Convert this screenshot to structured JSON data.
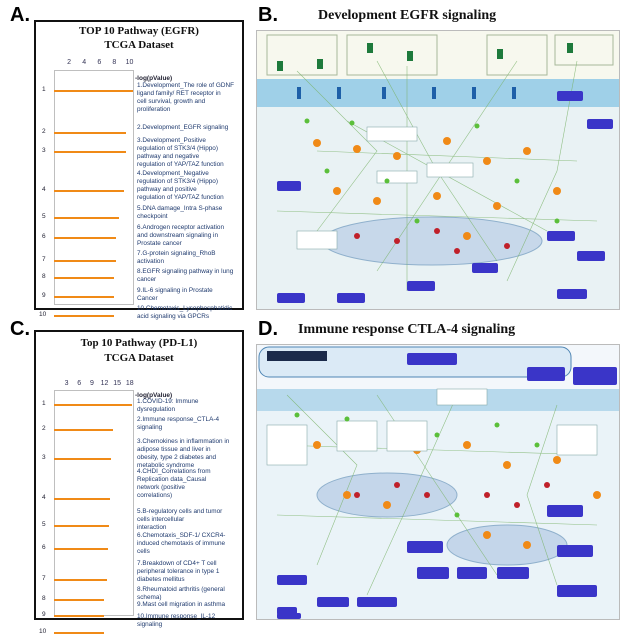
{
  "panels": {
    "A": {
      "letter": "A.",
      "title": "TOP 10 Pathway (EGFR)",
      "subtitle": "TCGA Dataset",
      "axis_label": "-log(pValue)",
      "ticks": [
        "2",
        "4",
        "6",
        "8",
        "10"
      ],
      "tick_values": [
        2,
        4,
        6,
        8,
        10
      ],
      "xmax": 10.6,
      "ranks": [
        "1",
        "2",
        "3",
        "4",
        "5",
        "6",
        "7",
        "8",
        "9",
        "10"
      ],
      "values": [
        10.5,
        9.6,
        9.5,
        9.3,
        8.6,
        8.2,
        8.2,
        8.0,
        8.0,
        7.9
      ],
      "items": [
        [
          "1.Development_The role of GDNF",
          "ligand family/ RET receptor in",
          "cell survival, growth and",
          "proliferation"
        ],
        [
          "2.Development_EGFR signaling"
        ],
        [
          "3.Development_Positive",
          "regulation of STK3/4 (Hippo)",
          "pathway and negative",
          "regulation of YAP/TAZ function"
        ],
        [
          "4.Development_Negative",
          "regulation of STK3/4 (Hippo)",
          "pathway and positive",
          "regulation of YAP/TAZ function"
        ],
        [
          "5.DNA damage_Intra S-phase",
          "checkpoint"
        ],
        [
          "6.Androgen receptor activation",
          "and downstream signaling in",
          "Prostate cancer"
        ],
        [
          "7.G-protein signaling_RhoB",
          "activation"
        ],
        [
          "8.EGFR signaling pathway in lung",
          "cancer"
        ],
        [
          "9.IL-6 signaling in Prostate",
          "Cancer"
        ],
        [
          "10.Chemotaxis_Lysophosphatidic",
          "acid signaling via GPCRs"
        ]
      ]
    },
    "B": {
      "letter": "B.",
      "title": "Development EGFR signaling"
    },
    "C": {
      "letter": "C.",
      "title": "Top 10 Pathway (PD-L1)",
      "subtitle": "TCGA Dataset",
      "axis_label": "-log(pValue)",
      "ticks": [
        "3",
        "6",
        "9",
        "12",
        "15",
        "18"
      ],
      "tick_values": [
        3,
        6,
        9,
        12,
        15,
        18
      ],
      "xmax": 19,
      "ranks": [
        "1",
        "2",
        "3",
        "4",
        "5",
        "6",
        "7",
        "8",
        "9",
        "10"
      ],
      "values": [
        18.5,
        14.0,
        13.5,
        13.2,
        13.0,
        12.8,
        12.5,
        11.8,
        11.8,
        11.8
      ],
      "items": [
        [
          "1.COVID-19: Immune",
          "dysregulation"
        ],
        [
          "2.Immune response_CTLA-4",
          "signaling"
        ],
        [
          "3.Chemokines in inflammation in",
          "adipose tissue and liver in",
          "obesity, type 2 diabetes and",
          "metabolic syndrome"
        ],
        [
          "4.CHDI_Correlations from",
          "Replication data_Causal",
          "network (positive",
          "correlations)"
        ],
        [
          "5.B-regulatory cells and tumor",
          "cells intercellular",
          "interaction"
        ],
        [
          "6.Chemotaxis_SDF-1/ CXCR4-",
          "induced chemotaxis of immune",
          "cells"
        ],
        [
          "7.Breakdown of CD4+ T cell",
          "peripheral tolerance in type 1",
          "diabetes mellitus"
        ],
        [
          "8.Rheumatoid arthritis (general",
          "schema)"
        ],
        [
          "9.Mast cell migration in asthma"
        ],
        [
          "10.Immune response_IL-12",
          "signaling"
        ]
      ]
    },
    "D": {
      "letter": "D.",
      "title": "Immune response CTLA-4 signaling"
    }
  },
  "colors": {
    "bar": "#f08a17",
    "text": "#1f3a6e",
    "membrane": "#cfe4f1",
    "node": "#3a35c8"
  }
}
